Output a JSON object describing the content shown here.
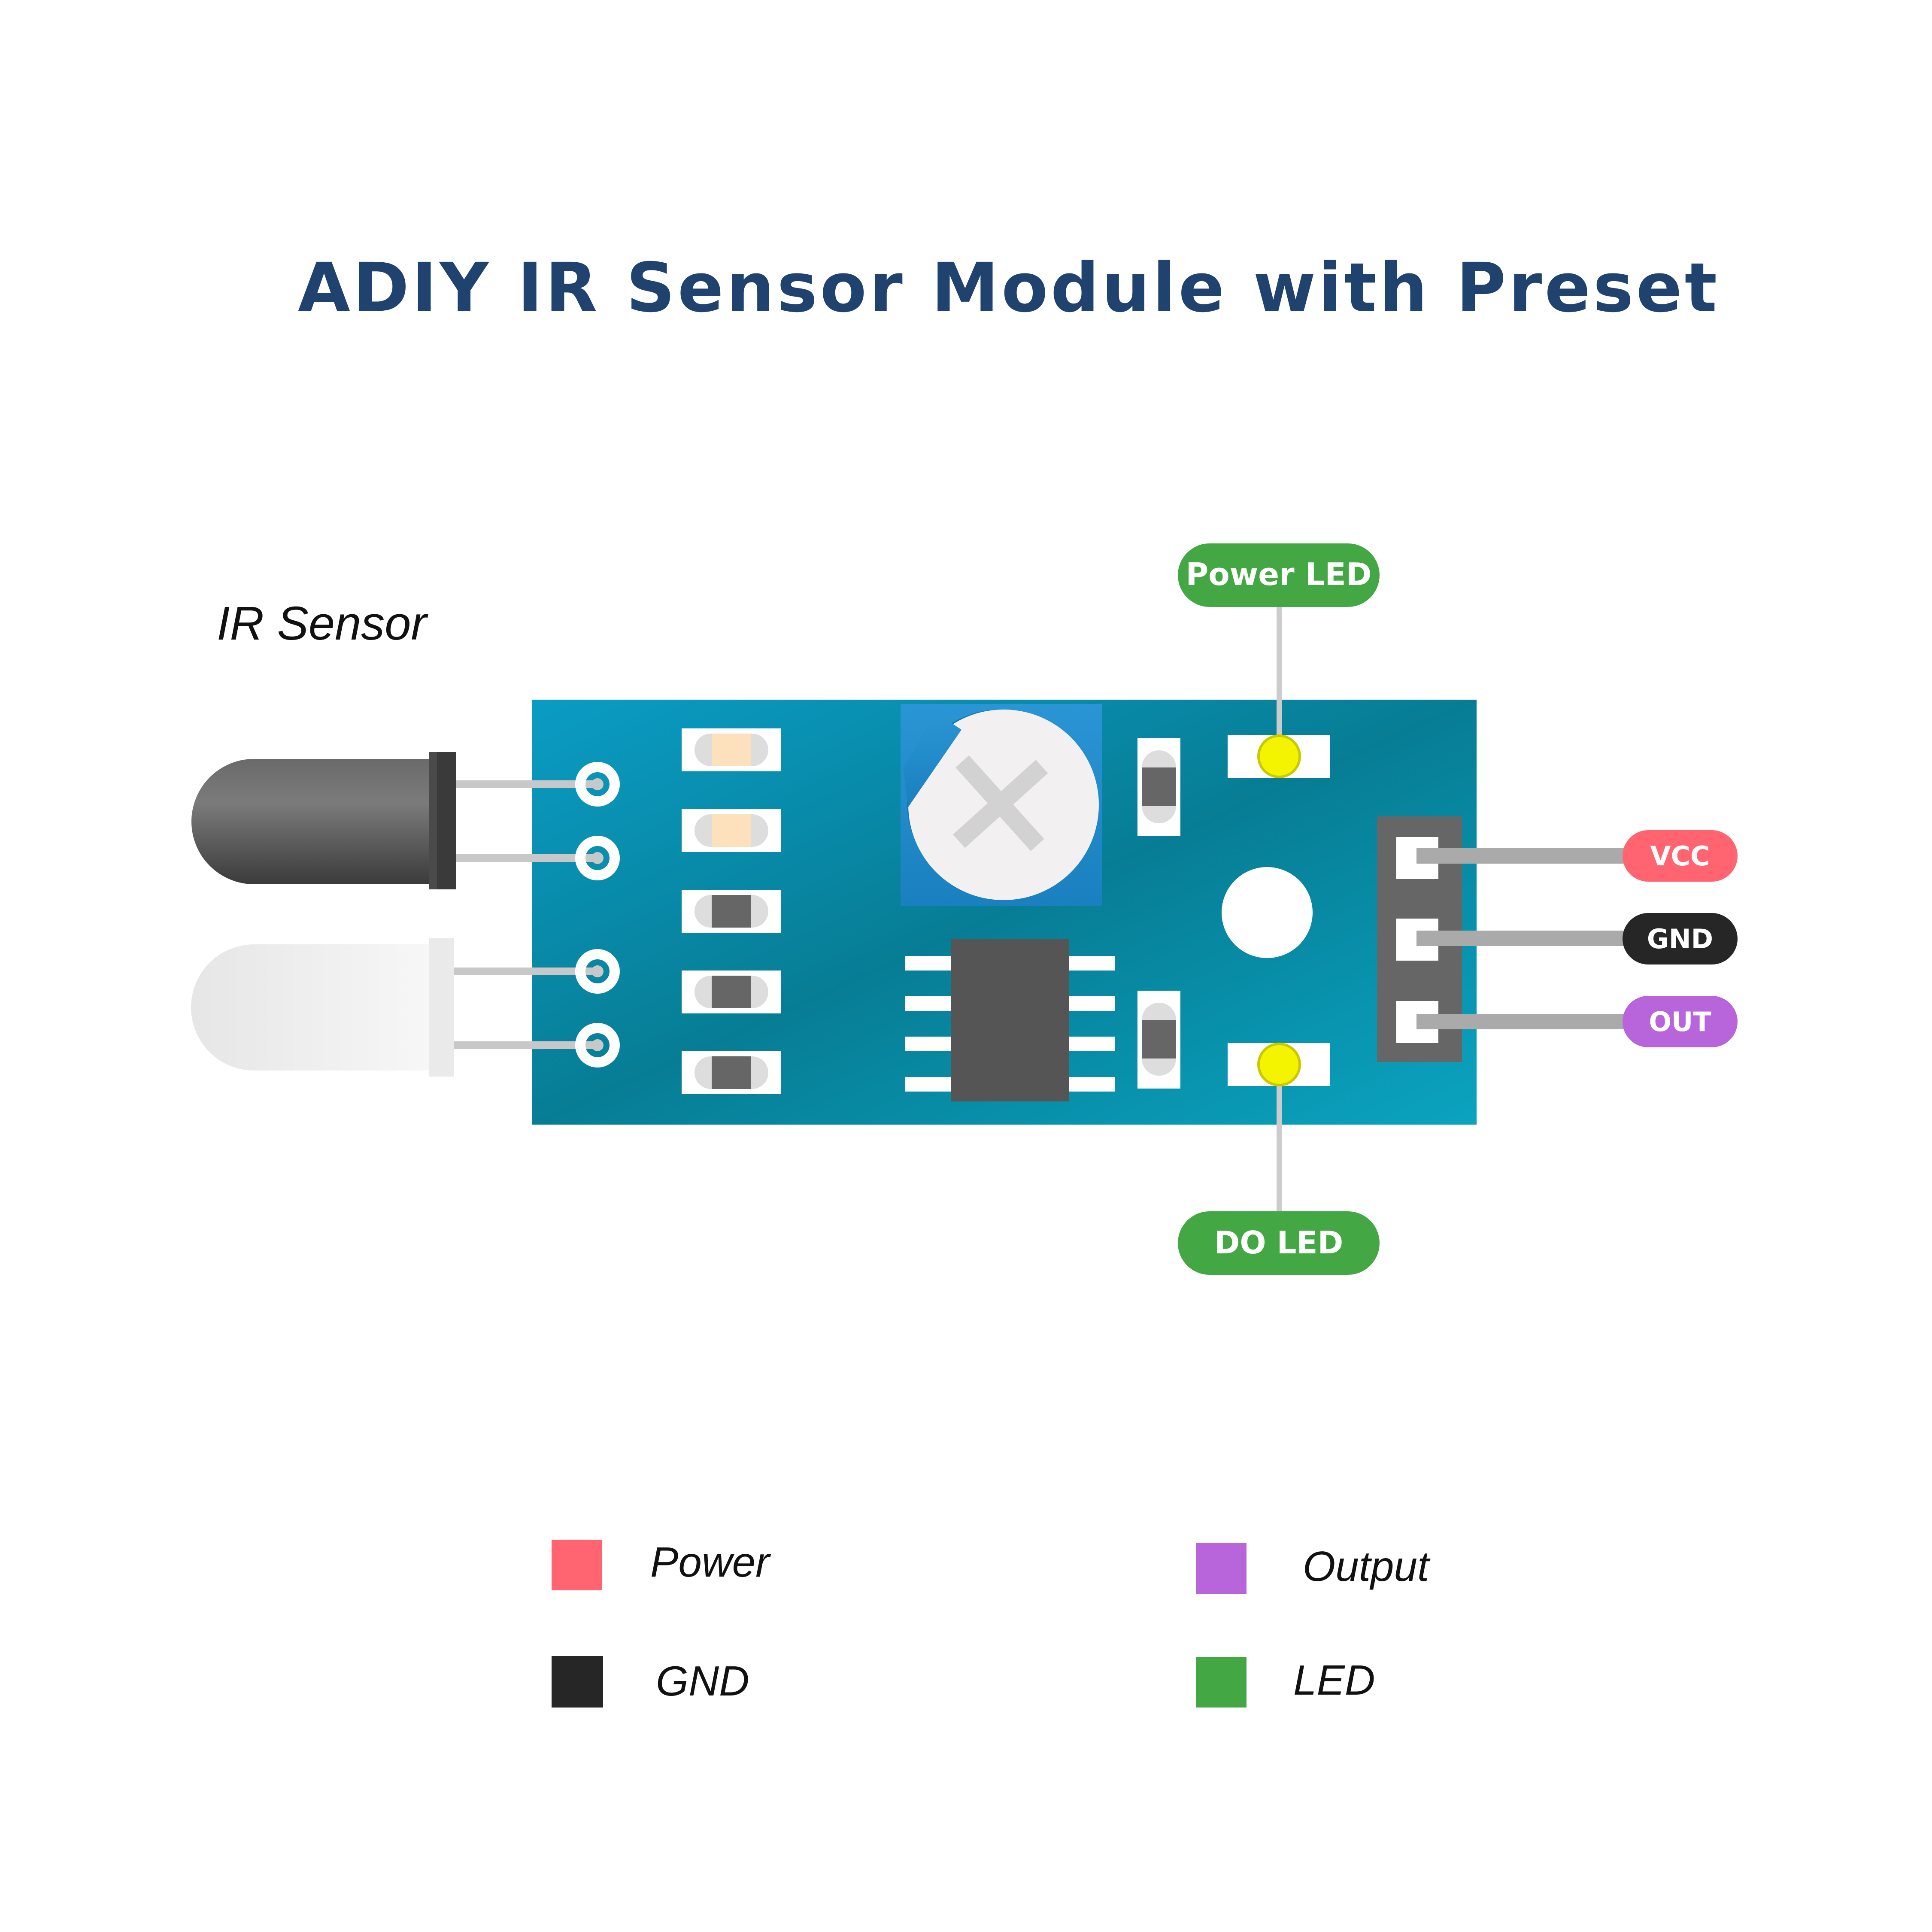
{
  "title": "ADIY IR Sensor Module with Preset",
  "ir_sensor_label": "IR Sensor",
  "callouts": {
    "power_led": "Power LED",
    "do_led": "DO LED"
  },
  "pins": [
    {
      "label": "VCC",
      "color": "#ff6470"
    },
    {
      "label": "GND",
      "color": "#262626"
    },
    {
      "label": "OUT",
      "color": "#b865dc"
    }
  ],
  "legend": [
    {
      "label": "Power",
      "color": "#ff6470"
    },
    {
      "label": "Output",
      "color": "#b865dc"
    },
    {
      "label": "GND",
      "color": "#262626"
    },
    {
      "label": "LED",
      "color": "#43a843"
    }
  ],
  "colors": {
    "title": "#1f426f",
    "board": "#0a8aa6",
    "led_callout": "#43a843",
    "led_indicator": "#f4f400"
  }
}
